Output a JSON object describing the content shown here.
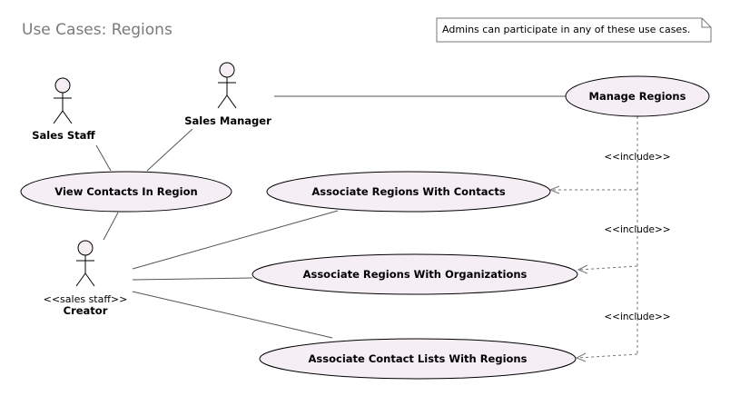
{
  "diagram": {
    "title": "Use Cases: Regions",
    "note": "Admins can participate in any of these use cases.",
    "actors": {
      "sales_staff": {
        "label": "Sales Staff"
      },
      "sales_manager": {
        "label": "Sales Manager"
      },
      "creator": {
        "label": "Creator",
        "stereotype": "<<sales staff>>"
      }
    },
    "use_cases": {
      "manage_regions": "Manage Regions",
      "view_contacts_in_region": "View Contacts In Region",
      "associate_regions_with_contacts": "Associate Regions With Contacts",
      "associate_regions_with_organizations": "Associate Regions With Organizations",
      "associate_contact_lists_with_regions": "Associate Contact Lists With Regions"
    },
    "relationship_label": "<<include>>"
  }
}
